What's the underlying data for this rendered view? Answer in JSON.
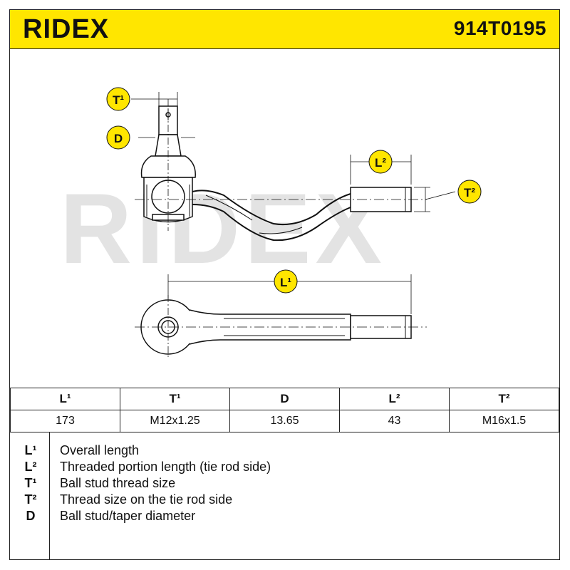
{
  "header": {
    "brand": "RIDEX",
    "part_number": "914T0195",
    "background_color": "#ffe600"
  },
  "diagram": {
    "watermark": "RIDEX",
    "callouts": {
      "t1": "T¹",
      "d": "D",
      "l2": "L²",
      "t2": "T²",
      "l1": "L¹"
    },
    "callout_color": "#ffe600"
  },
  "specs": {
    "headers": [
      "L¹",
      "T¹",
      "D",
      "L²",
      "T²"
    ],
    "values": [
      "173",
      "M12x1.25",
      "13.65",
      "43",
      "M16x1.5"
    ]
  },
  "legend": [
    {
      "symbol": "L¹",
      "text": "Overall length"
    },
    {
      "symbol": "L²",
      "text": "Threaded portion length (tie rod side)"
    },
    {
      "symbol": "T¹",
      "text": "Ball stud thread size"
    },
    {
      "symbol": "T²",
      "text": "Thread size on the tie rod side"
    },
    {
      "symbol": "D",
      "text": "Ball stud/taper diameter"
    }
  ]
}
